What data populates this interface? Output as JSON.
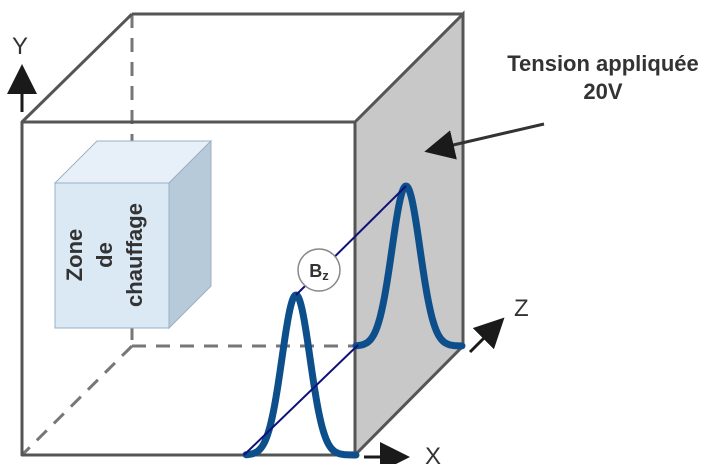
{
  "axes": {
    "x": "X",
    "y": "Y",
    "z": "Z"
  },
  "annotation": {
    "line1": "Tension appliquée",
    "line2": "20V"
  },
  "heating_zone": {
    "line1": "Zone",
    "line2": "de",
    "line3": "chauffage"
  },
  "field_label": {
    "main": "B",
    "sub": "z"
  },
  "colors": {
    "frame": "#555555",
    "applied_face": "#c8c8c8",
    "heater_front": "#dbe9f5",
    "heater_top": "#e7f0f8",
    "heater_side": "#b7cad9",
    "curve": "#0d4f8b",
    "field_line": "#10107a"
  }
}
